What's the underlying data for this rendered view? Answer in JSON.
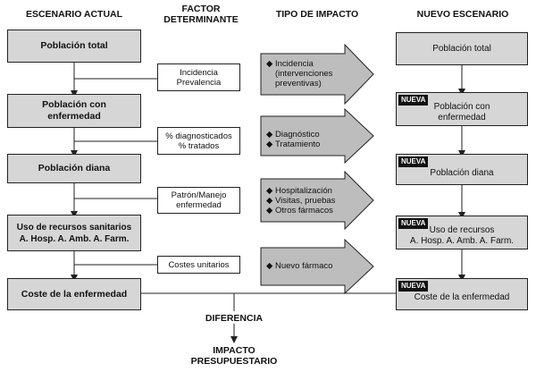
{
  "headers": {
    "actual": "ESCENARIO ACTUAL",
    "factor_l1": "FACTOR",
    "factor_l2": "DETERMINANTE",
    "impacto": "TIPO DE IMPACTO",
    "nuevo": "NUEVO ESCENARIO"
  },
  "left": [
    [
      "Población total"
    ],
    [
      "Población con",
      "enfermedad"
    ],
    [
      "Población diana"
    ],
    [
      "Uso de recursos sanitarios",
      "A. Hosp.  A. Amb.  A. Farm."
    ],
    [
      "Coste de la enfermedad"
    ]
  ],
  "factors": [
    [
      "Incidencia",
      "Prevalencia"
    ],
    [
      "% diagnosticados",
      "% tratados"
    ],
    [
      "Patrón/Manejo",
      "enfermedad"
    ],
    [
      "Costes unitarios"
    ]
  ],
  "impacts": [
    [
      [
        "Incidencia",
        "(intervenciones",
        "preventivas)"
      ]
    ],
    [
      [
        "Diagnóstico"
      ],
      [
        "Tratamiento"
      ]
    ],
    [
      [
        "Hospitalización"
      ],
      [
        "Visitas, pruebas"
      ],
      [
        "Otros fármacos"
      ]
    ],
    [
      [
        "Nuevo fármaco"
      ]
    ]
  ],
  "bullet": "◆",
  "right": [
    {
      "badge": "",
      "lines": [
        "Población total"
      ]
    },
    {
      "badge": "NUEVA",
      "lines": [
        "Población con",
        "enfermedad"
      ]
    },
    {
      "badge": "NUEVA",
      "lines": [
        "Población diana"
      ]
    },
    {
      "badge": "NUEVA",
      "lines": [
        "Uso de recursos",
        "A. Hosp.  A. Amb.  A. Farm."
      ]
    },
    {
      "badge": "NUEVA",
      "lines": [
        "Coste de la enfermedad"
      ]
    }
  ],
  "bottom": {
    "diferencia": "DIFERENCIA",
    "impacto_l1": "IMPACTO",
    "impacto_l2": "PRESUPUESTARIO"
  },
  "colors": {
    "box_fill": "#d6d6d6",
    "arrow_fill": "#bdbdbd",
    "line": "#222222",
    "badge": "#111111"
  }
}
